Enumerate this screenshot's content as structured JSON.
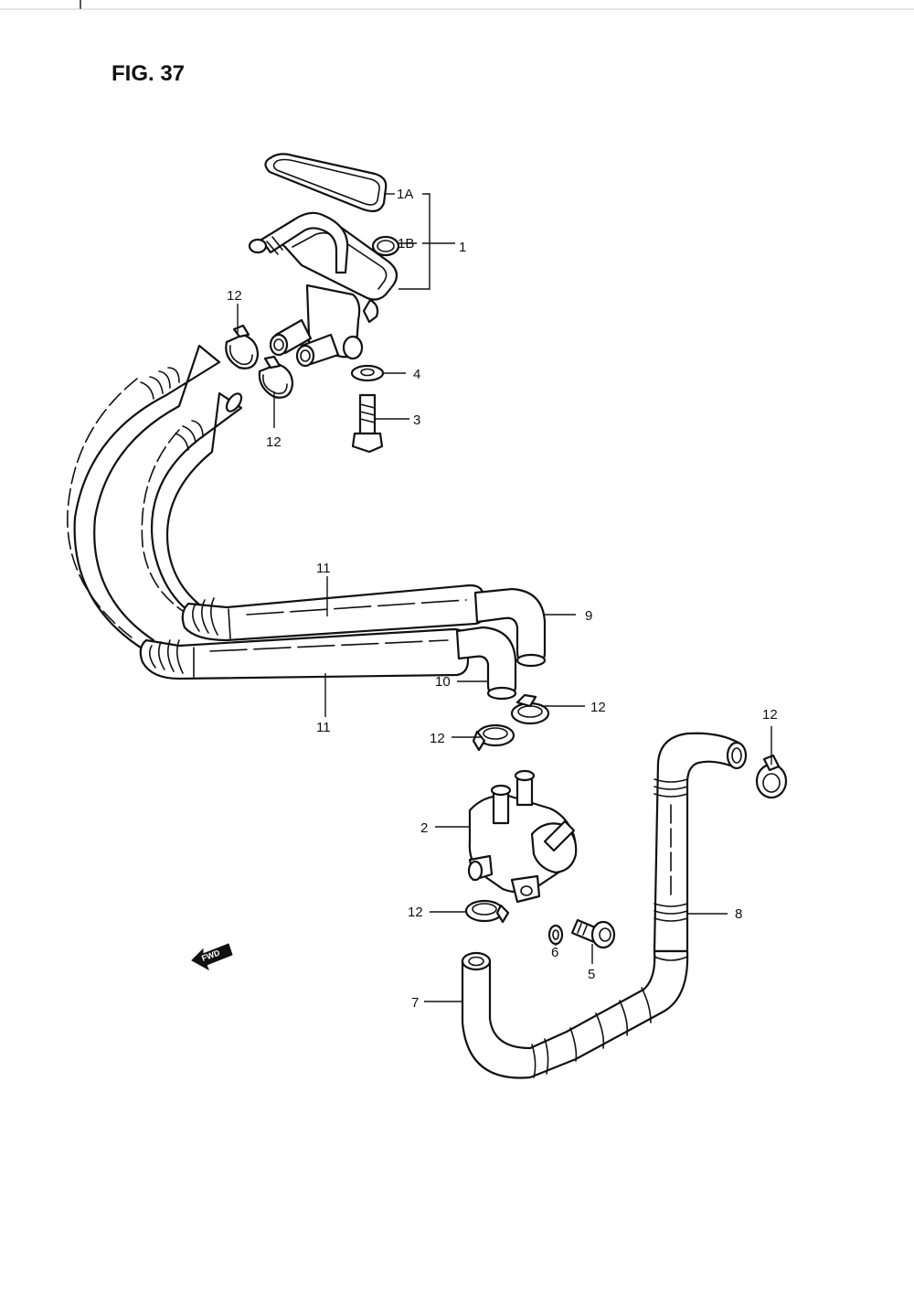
{
  "figure_title": "FIG. 37",
  "forward_indicator": "FWD",
  "callouts": [
    "1A",
    "1B",
    "1",
    "12",
    "4",
    "3",
    "12",
    "11",
    "9",
    "10",
    "11",
    "12",
    "12",
    "12",
    "2",
    "12",
    "8",
    "6",
    "5",
    "7"
  ]
}
